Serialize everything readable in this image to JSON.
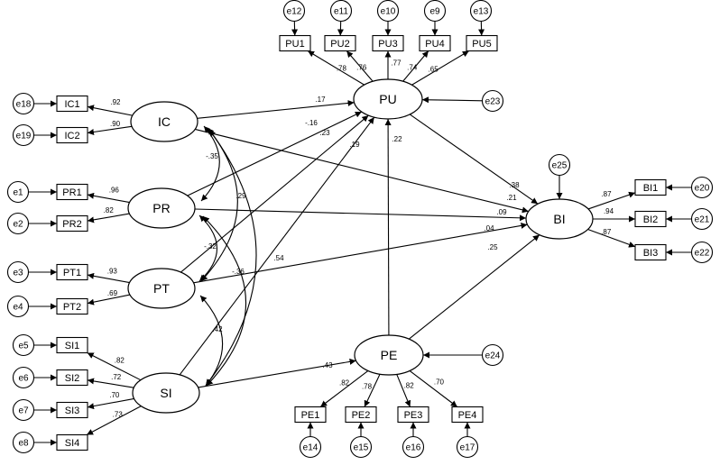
{
  "latents": [
    {
      "id": "IC",
      "label": "IC"
    },
    {
      "id": "PR",
      "label": "PR"
    },
    {
      "id": "PT",
      "label": "PT"
    },
    {
      "id": "SI",
      "label": "SI"
    },
    {
      "id": "PU",
      "label": "PU"
    },
    {
      "id": "PE",
      "label": "PE"
    },
    {
      "id": "BI",
      "label": "BI"
    }
  ],
  "observed": [
    {
      "id": "PU1",
      "label": "PU1"
    },
    {
      "id": "PU2",
      "label": "PU2"
    },
    {
      "id": "PU3",
      "label": "PU3"
    },
    {
      "id": "PU4",
      "label": "PU4"
    },
    {
      "id": "PU5",
      "label": "PU5"
    },
    {
      "id": "IC1",
      "label": "IC1"
    },
    {
      "id": "IC2",
      "label": "IC2"
    },
    {
      "id": "PR1",
      "label": "PR1"
    },
    {
      "id": "PR2",
      "label": "PR2"
    },
    {
      "id": "PT1",
      "label": "PT1"
    },
    {
      "id": "PT2",
      "label": "PT2"
    },
    {
      "id": "SI1",
      "label": "SI1"
    },
    {
      "id": "SI2",
      "label": "SI2"
    },
    {
      "id": "SI3",
      "label": "SI3"
    },
    {
      "id": "SI4",
      "label": "SI4"
    },
    {
      "id": "PE1",
      "label": "PE1"
    },
    {
      "id": "PE2",
      "label": "PE2"
    },
    {
      "id": "PE3",
      "label": "PE3"
    },
    {
      "id": "PE4",
      "label": "PE4"
    },
    {
      "id": "BI1",
      "label": "BI1"
    },
    {
      "id": "BI2",
      "label": "BI2"
    },
    {
      "id": "BI3",
      "label": "BI3"
    }
  ],
  "errors": [
    {
      "id": "e12",
      "label": "e12"
    },
    {
      "id": "e11",
      "label": "e11"
    },
    {
      "id": "e10",
      "label": "e10"
    },
    {
      "id": "e9",
      "label": "e9"
    },
    {
      "id": "e13",
      "label": "e13"
    },
    {
      "id": "e18",
      "label": "e18"
    },
    {
      "id": "e19",
      "label": "e19"
    },
    {
      "id": "e1",
      "label": "e1"
    },
    {
      "id": "e2",
      "label": "e2"
    },
    {
      "id": "e3",
      "label": "e3"
    },
    {
      "id": "e4",
      "label": "e4"
    },
    {
      "id": "e5",
      "label": "e5"
    },
    {
      "id": "e6",
      "label": "e6"
    },
    {
      "id": "e7",
      "label": "e7"
    },
    {
      "id": "e8",
      "label": "e8"
    },
    {
      "id": "e14",
      "label": "e14"
    },
    {
      "id": "e15",
      "label": "e15"
    },
    {
      "id": "e16",
      "label": "e16"
    },
    {
      "id": "e17",
      "label": "e17"
    },
    {
      "id": "e20",
      "label": "e20"
    },
    {
      "id": "e21",
      "label": "e21"
    },
    {
      "id": "e22",
      "label": "e22"
    },
    {
      "id": "e23",
      "label": "e23"
    },
    {
      "id": "e24",
      "label": "e24"
    },
    {
      "id": "e25",
      "label": "e25"
    }
  ],
  "loadings": [
    {
      "from": "PU",
      "to": "PU1",
      "value": ".78"
    },
    {
      "from": "PU",
      "to": "PU2",
      "value": ".76"
    },
    {
      "from": "PU",
      "to": "PU3",
      "value": ".77"
    },
    {
      "from": "PU",
      "to": "PU4",
      "value": ".74"
    },
    {
      "from": "PU",
      "to": "PU5",
      "value": ".65"
    },
    {
      "from": "IC",
      "to": "IC1",
      "value": ".92"
    },
    {
      "from": "IC",
      "to": "IC2",
      "value": ".90"
    },
    {
      "from": "PR",
      "to": "PR1",
      "value": ".96"
    },
    {
      "from": "PR",
      "to": "PR2",
      "value": ".82"
    },
    {
      "from": "PT",
      "to": "PT1",
      "value": ".93"
    },
    {
      "from": "PT",
      "to": "PT2",
      "value": ".69"
    },
    {
      "from": "SI",
      "to": "SI1",
      "value": ".82"
    },
    {
      "from": "SI",
      "to": "SI2",
      "value": ".72"
    },
    {
      "from": "SI",
      "to": "SI3",
      "value": ".70"
    },
    {
      "from": "SI",
      "to": "SI4",
      "value": ".73"
    },
    {
      "from": "PE",
      "to": "PE1",
      "value": ".82"
    },
    {
      "from": "PE",
      "to": "PE2",
      "value": ".78"
    },
    {
      "from": "PE",
      "to": "PE3",
      "value": ".82"
    },
    {
      "from": "PE",
      "to": "PE4",
      "value": ".70"
    },
    {
      "from": "BI",
      "to": "BI1",
      "value": ".87"
    },
    {
      "from": "BI",
      "to": "BI2",
      "value": ".94"
    },
    {
      "from": "BI",
      "to": "BI3",
      "value": ".87"
    }
  ],
  "paths": [
    {
      "from": "IC",
      "to": "PU",
      "value": ".17"
    },
    {
      "from": "PR",
      "to": "PU",
      "value": "-.16"
    },
    {
      "from": "PT",
      "to": "PU",
      "value": ".23"
    },
    {
      "from": "SI",
      "to": "PU",
      "value": ".19"
    },
    {
      "from": "PE",
      "to": "PU",
      "value": ".22"
    },
    {
      "from": "PU",
      "to": "BI",
      "value": ".38"
    },
    {
      "from": "IC",
      "to": "BI",
      "value": ".21"
    },
    {
      "from": "PR",
      "to": "BI",
      "value": ".09"
    },
    {
      "from": "PT",
      "to": "BI",
      "value": ".04"
    },
    {
      "from": "PE",
      "to": "BI",
      "value": ".25"
    },
    {
      "from": "SI",
      "to": "PE",
      "value": ".43"
    }
  ],
  "covariances": [
    {
      "a": "IC",
      "b": "PR",
      "value": "-.35"
    },
    {
      "a": "IC",
      "b": "PT",
      "value": ".29"
    },
    {
      "a": "IC",
      "b": "SI",
      "value": ".54"
    },
    {
      "a": "PR",
      "b": "PT",
      "value": "-.32"
    },
    {
      "a": "PR",
      "b": "SI",
      "value": "-.36"
    },
    {
      "a": "PT",
      "b": "SI",
      "value": ".42"
    }
  ]
}
